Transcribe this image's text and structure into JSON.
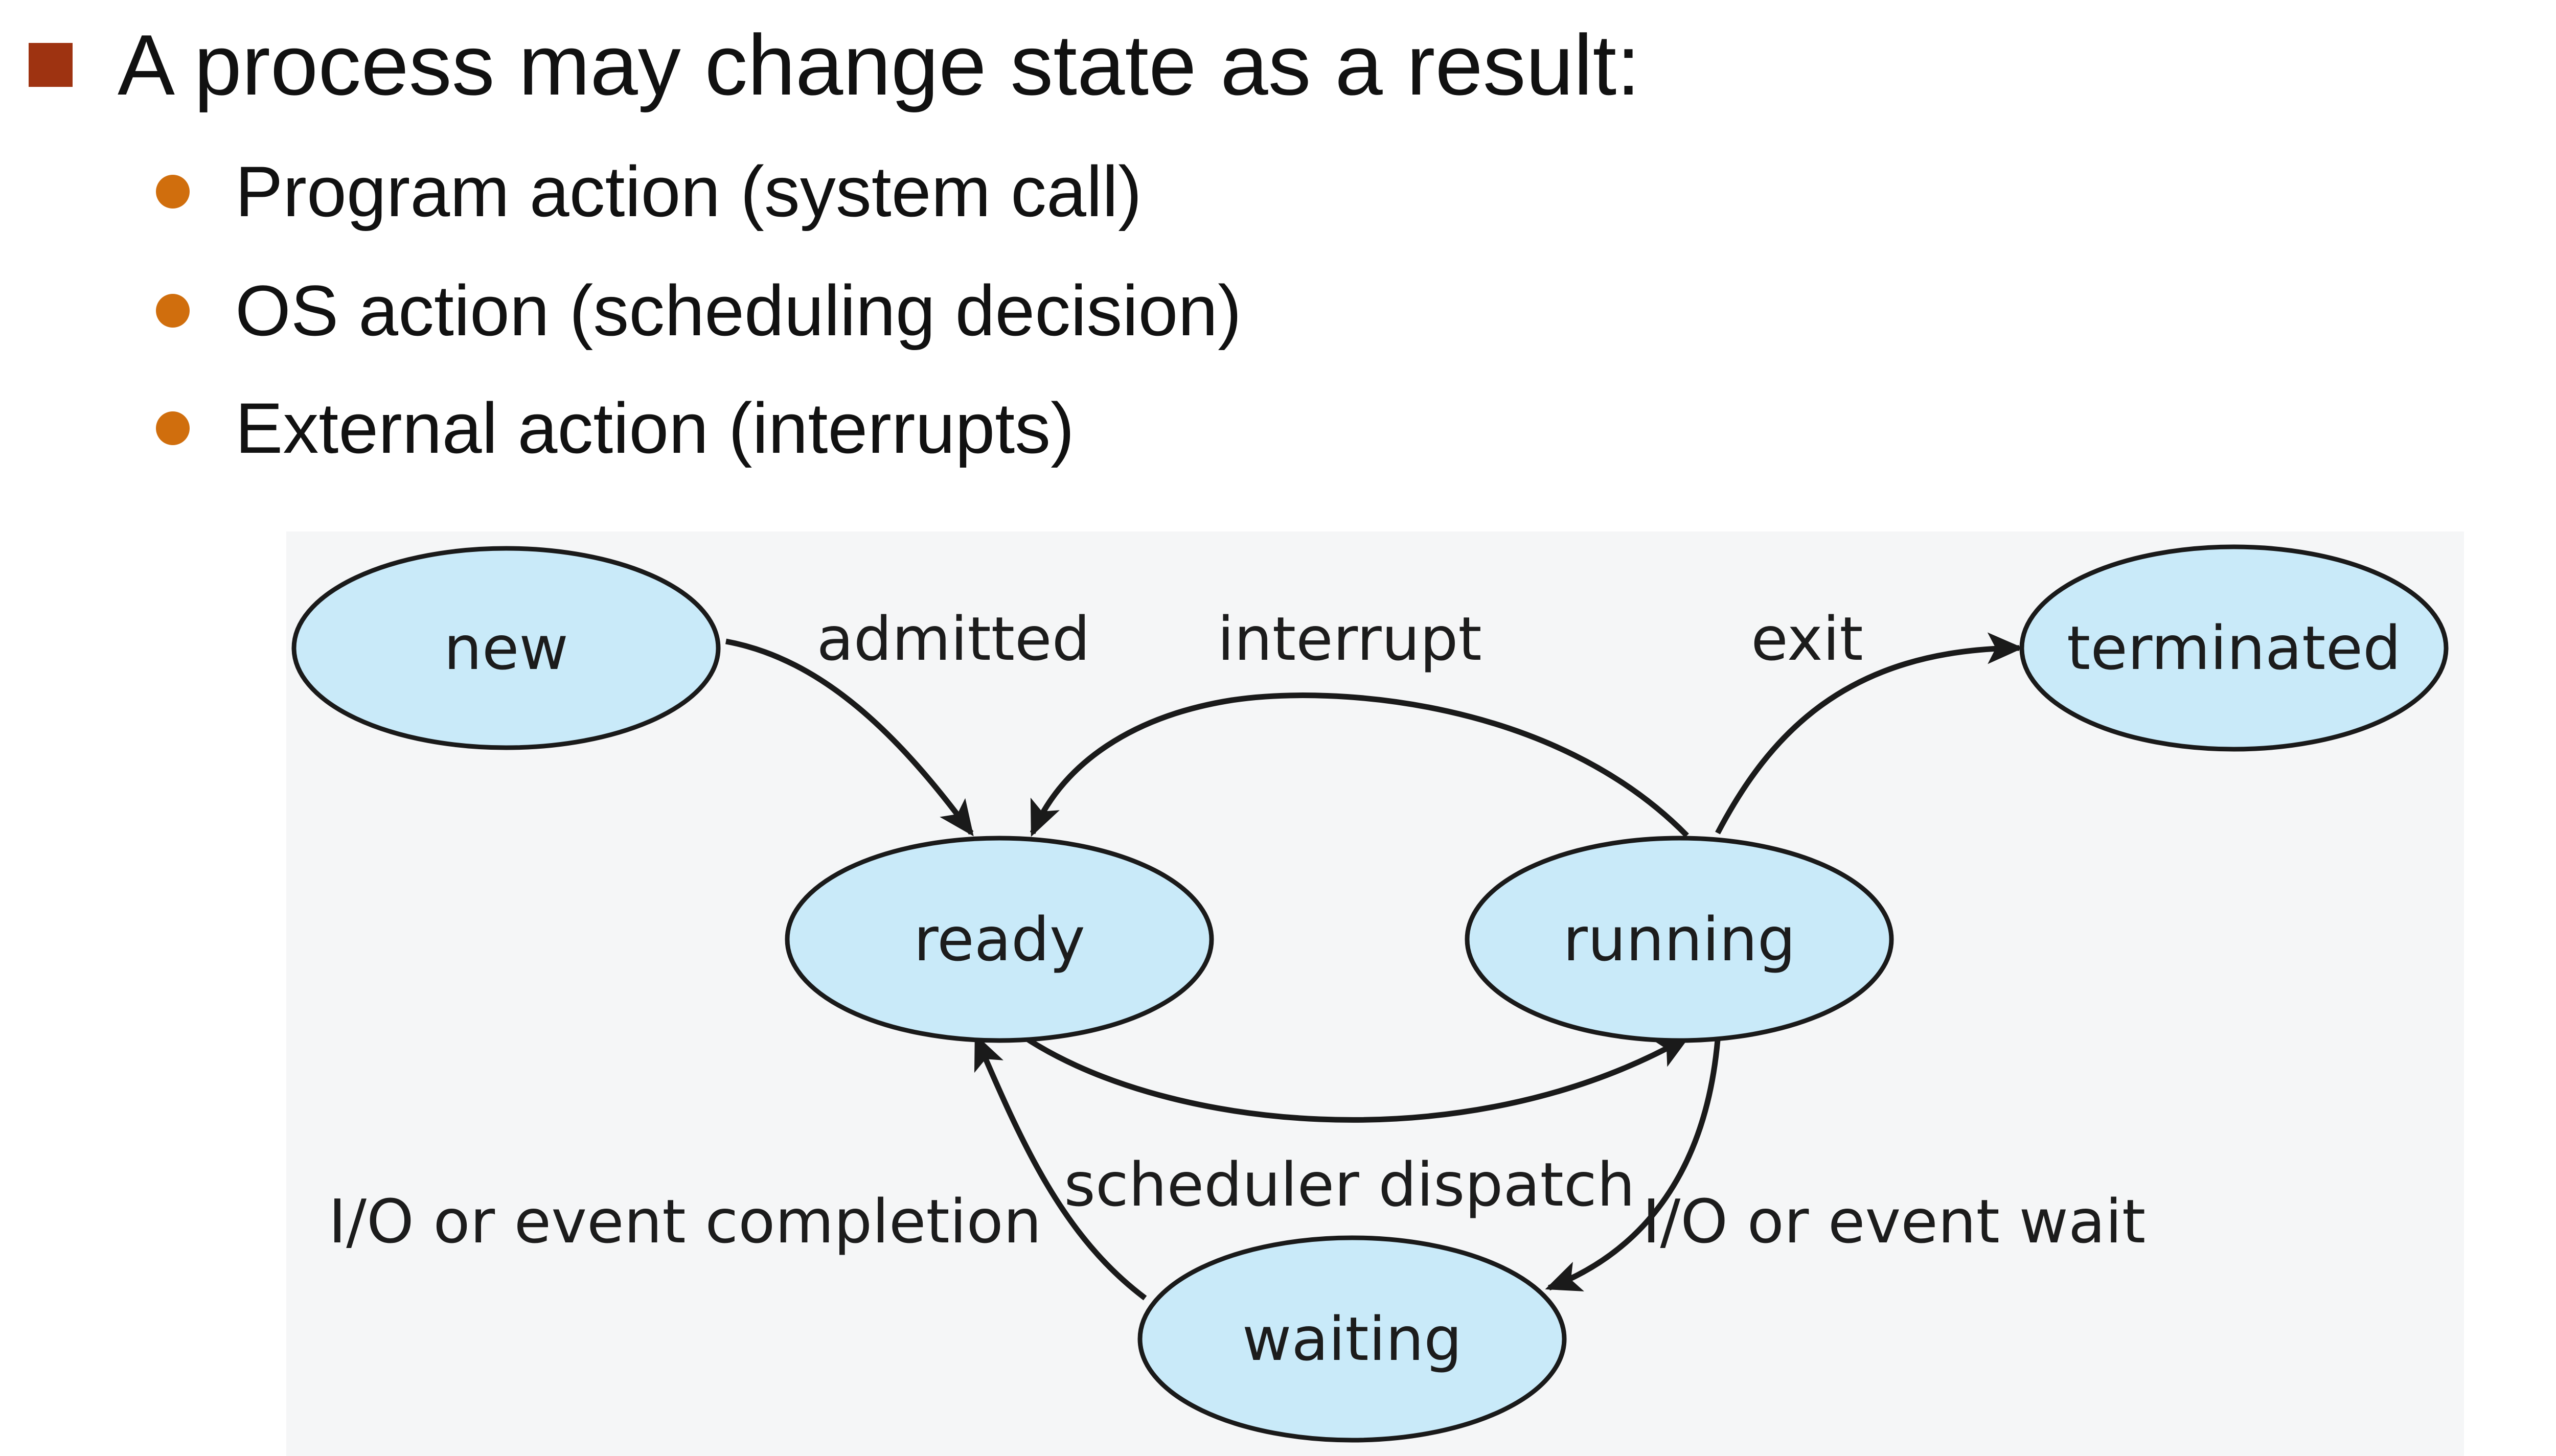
{
  "colors": {
    "main_bullet": "#9e3311",
    "sub_bullet": "#d06e0d",
    "state_fill": "#c9eaf9",
    "diagram_bg": "#f5f6f7",
    "stroke": "#1a1a1a"
  },
  "heading": "A process may change state as a result:",
  "bullets": [
    " Program action (system call)",
    "OS action (scheduling decision)",
    "External action (interrupts)"
  ],
  "diagram": {
    "states": {
      "new": "new",
      "ready": "ready",
      "running": "running",
      "terminated": "terminated",
      "waiting": "waiting"
    },
    "transitions": {
      "admitted": "admitted",
      "interrupt": "interrupt",
      "exit": "exit",
      "scheduler_dispatch": "scheduler dispatch",
      "io_event_completion": "I/O or event completion",
      "io_event_wait": "I/O or event wait"
    }
  }
}
